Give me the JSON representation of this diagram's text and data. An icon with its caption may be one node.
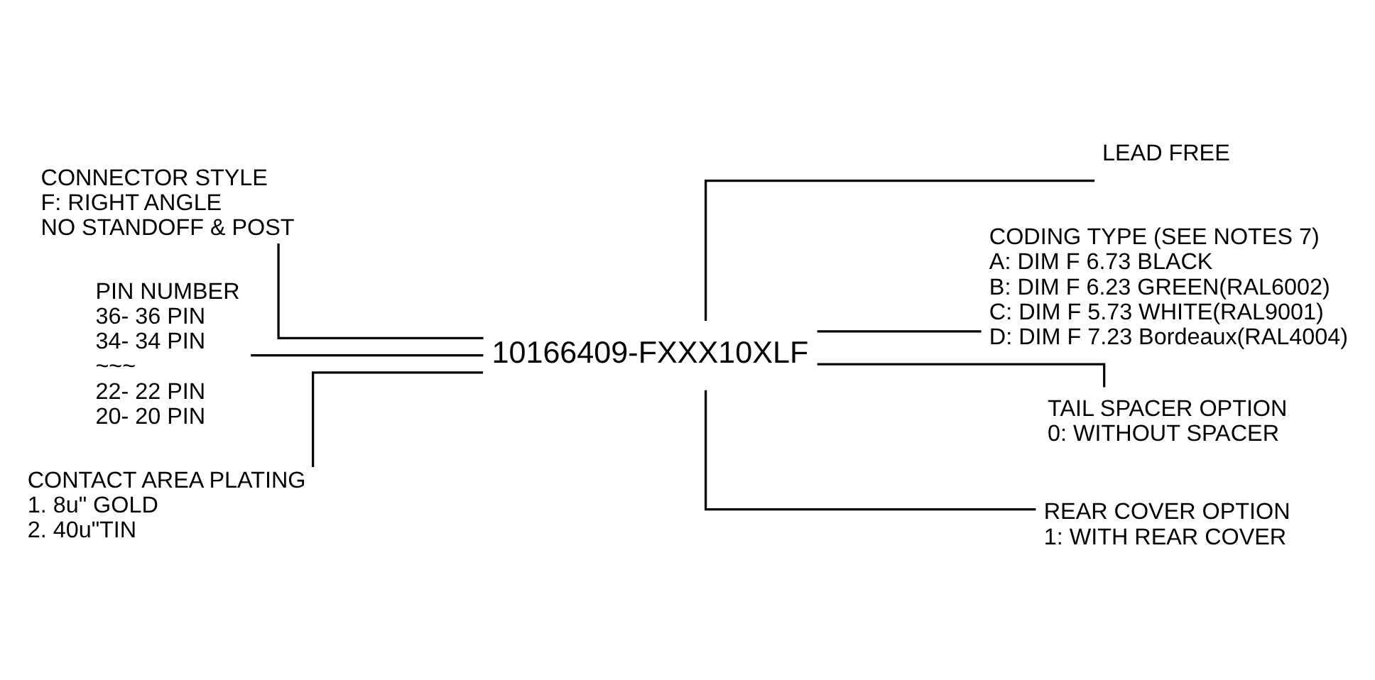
{
  "diagram": {
    "nodes": [
      {
        "text": [
          "10166409-FXXX10XLF"
        ]
      },
      {
        "text": [
          "LEAD FREE"
        ]
      },
      {
        "text": [
          "CONNECTOR STYLE",
          "F: RIGHT ANGLE",
          "NO STANDOFF & POST"
        ]
      },
      {
        "text": [
          "CODING TYPE (SEE NOTES 7)",
          "A: DIM F 6.73 BLACK",
          "B: DIM F 6.23 GREEN(RAL6002)",
          "C: DIM F 5.73 WHITE(RAL9001)",
          "D: DIM F 7.23 Bordeaux(RAL4004)"
        ]
      },
      {
        "text": [
          "PIN NUMBER",
          "36- 36 PIN",
          "34- 34 PIN",
          "~~~",
          "22- 22 PIN",
          "20- 20 PIN"
        ]
      },
      {
        "text": [
          "TAIL SPACER OPTION",
          "0: WITHOUT SPACER"
        ]
      },
      {
        "text": [
          "CONTACT AREA PLATING",
          "1. 8u\" GOLD",
          "2. 40u\"TIN"
        ]
      },
      {
        "text": [
          "REAR COVER OPTION",
          "1: WITH REAR COVER"
        ]
      }
    ],
    "edges": [
      {
        "from": 1,
        "to": 0,
        "arrow": "none"
      },
      {
        "from": 2,
        "to": 0,
        "arrow": "none"
      },
      {
        "from": 3,
        "to": 0,
        "arrow": "none"
      },
      {
        "from": 4,
        "to": 0,
        "arrow": "none"
      },
      {
        "from": 5,
        "to": 0,
        "arrow": "none"
      },
      {
        "from": 6,
        "to": 0,
        "arrow": "none"
      },
      {
        "from": 7,
        "to": 0,
        "arrow": "none"
      }
    ]
  }
}
